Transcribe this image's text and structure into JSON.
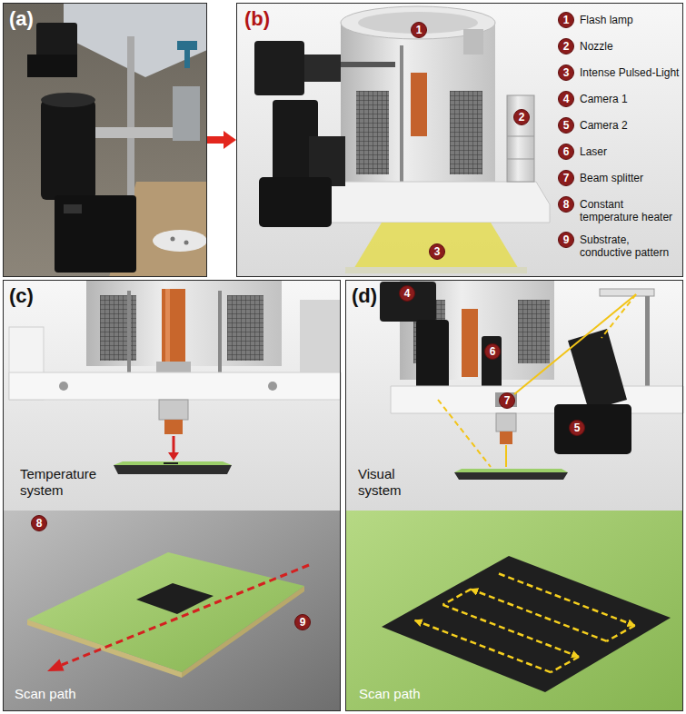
{
  "diagram": {
    "nodes": [
      {
        "text": [
          "(a)"
        ]
      },
      {
        "text": [
          "(b)"
        ]
      },
      {
        "text": [
          "1"
        ],
        "in": 1
      },
      {
        "text": [
          "2"
        ],
        "in": 1
      },
      {
        "text": [
          "3"
        ],
        "in": 1
      },
      {
        "text": [
          "1",
          "Flash lamp"
        ],
        "in": 1
      },
      {
        "text": [
          "2",
          "Nozzle"
        ],
        "in": 1
      },
      {
        "text": [
          "3",
          "Intense Pulsed-Light"
        ],
        "in": 1
      },
      {
        "text": [
          "4",
          "Camera 1"
        ],
        "in": 1
      },
      {
        "text": [
          "5",
          "Camera 2"
        ],
        "in": 1
      },
      {
        "text": [
          "6",
          "Laser"
        ],
        "in": 1
      },
      {
        "text": [
          "7",
          "Beam splitter"
        ],
        "in": 1
      },
      {
        "text": [
          "8",
          "Constant temperature heater"
        ],
        "in": 1
      },
      {
        "text": [
          "9",
          "Substrate, conductive pattern"
        ],
        "in": 1
      },
      {
        "text": [
          "(c)",
          "Temperature system",
          "Scan path"
        ]
      },
      {
        "text": [
          "8"
        ],
        "in": 14
      },
      {
        "text": [
          "9"
        ],
        "in": 14
      },
      {
        "text": [
          "(d)",
          "Visual system",
          "Scan path"
        ]
      },
      {
        "text": [
          "4"
        ],
        "in": 17
      },
      {
        "text": [
          "6"
        ],
        "in": 17
      },
      {
        "text": [
          "7"
        ],
        "in": 17
      },
      {
        "text": [
          "5"
        ],
        "in": 17
      }
    ],
    "edges": [
      {
        "from": 0,
        "to": 1,
        "arrow": "to"
      }
    ]
  }
}
